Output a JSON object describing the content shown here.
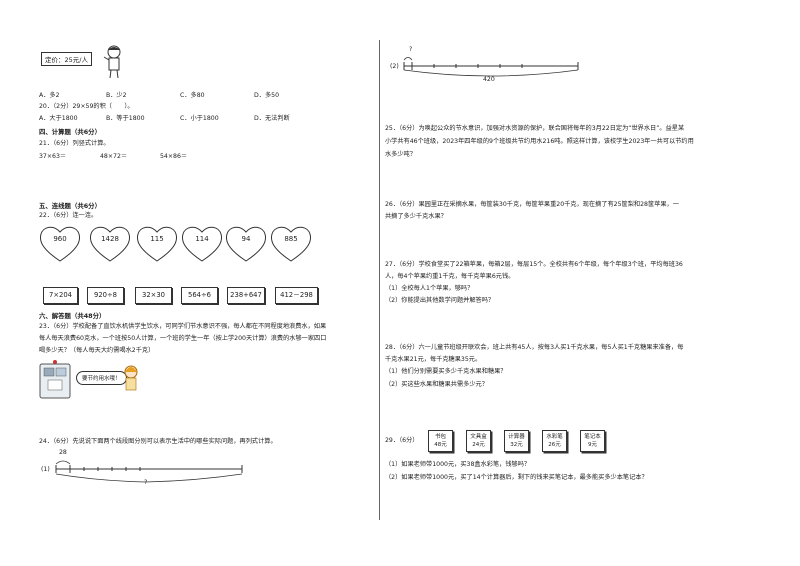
{
  "top": {
    "price_tag": "定价：25元/人"
  },
  "q19_options": [
    "A．多2",
    "B．少2",
    "C．多80",
    "D．多50"
  ],
  "q20": {
    "prompt": "20．（2分）29×59的积（　　）。",
    "options": [
      "A．大于1800",
      "B．等于1800",
      "C．小于1800",
      "D．无法判断"
    ]
  },
  "sec4": {
    "title": "四、计算题（共6分）",
    "q21": "21．（6分）列竖式计算。",
    "items": [
      "37×63＝",
      "48×72＝",
      "54×86＝"
    ]
  },
  "sec5": {
    "title": "五、连线题（共6分）",
    "q22": "22．（6分）连一连。",
    "hearts": [
      "960",
      "1428",
      "115",
      "114",
      "94",
      "885"
    ],
    "boxes": [
      "7×204",
      "920÷8",
      "32×30",
      "564÷6",
      "238+647",
      "412－298"
    ]
  },
  "sec6": {
    "title": "六、解答题（共48分）",
    "q23": [
      "23．（6分）学校配备了直饮水机供学生饮水，可同学们节水意识不强，每人都在不同程度地浪费水，如果",
      "每人每天浪费60克水，一个班按50人计算，一个班的学生一年（按上学200天计算）浪费的水够一家四口",
      "喝多少天？（每人每天大约需喝水2千克）"
    ],
    "bubble": "要节约用水哦！",
    "q24": "24．（6分）先说说下面两个线段图分别可以表示生活中的哪些实际问题，再列式计算。",
    "seg1_label": "(1)",
    "seg1_top": "28",
    "seg1_bottom": "?"
  },
  "right": {
    "seg2_label": "(2)",
    "seg2_top": "?",
    "seg2_bottom": "420",
    "q25": [
      "25．（6分）为唤起公众的节水意识，加强对水资源的保护，联合国将每年的3月22日定为“世界水日”。益星某",
      "小学共有46个班级，2023年四年级的9个班级共节约用水216吨。照这样计算，该校学生2023年一共可以节约用",
      "水多少吨？"
    ],
    "q26": [
      "26．（6分）果园里正在采摘水果，每筐装30千克，每筐苹果重20千克，现在摘了有25筐梨和28筐苹果，一",
      "共摘了多少千克水果？"
    ],
    "q27": [
      "27．（6分）学校食堂买了22箱苹果，每箱2层，每层15个。全校共有6个年级，每个年级3个班，平均每班36",
      "人，每4个苹果约重1千克，每千克苹果6元钱。",
      "（1）全校每人1个苹果，够吗？",
      "（2）你能提出其他数学问题并解答吗？"
    ],
    "q28": [
      "28．（6分）六一儿童节班级开联欢会，班上共有45人，按每3人买1千克水果，每5人买1千克糖果来准备，每",
      "千克水果21元，每千克糖果35元。",
      "（1）他们分别需要买多少千克水果和糖果？",
      "（2）买这些水果和糖果共需多少元？"
    ],
    "q29": "29．（6分）",
    "shop": [
      {
        "name": "书包",
        "price": "48元"
      },
      {
        "name": "文具盒",
        "price": "24元"
      },
      {
        "name": "计算器",
        "price": "32元"
      },
      {
        "name": "水彩笔",
        "price": "26元"
      },
      {
        "name": "笔记本",
        "price": "9元"
      }
    ],
    "q29_sub": [
      "（1）如果老师带1000元，买38盒水彩笔，钱够吗？",
      "（2）如果老师带1000元，买了14个计算器后，剩下的钱来买笔记本，最多能买多少本笔记本？"
    ]
  }
}
